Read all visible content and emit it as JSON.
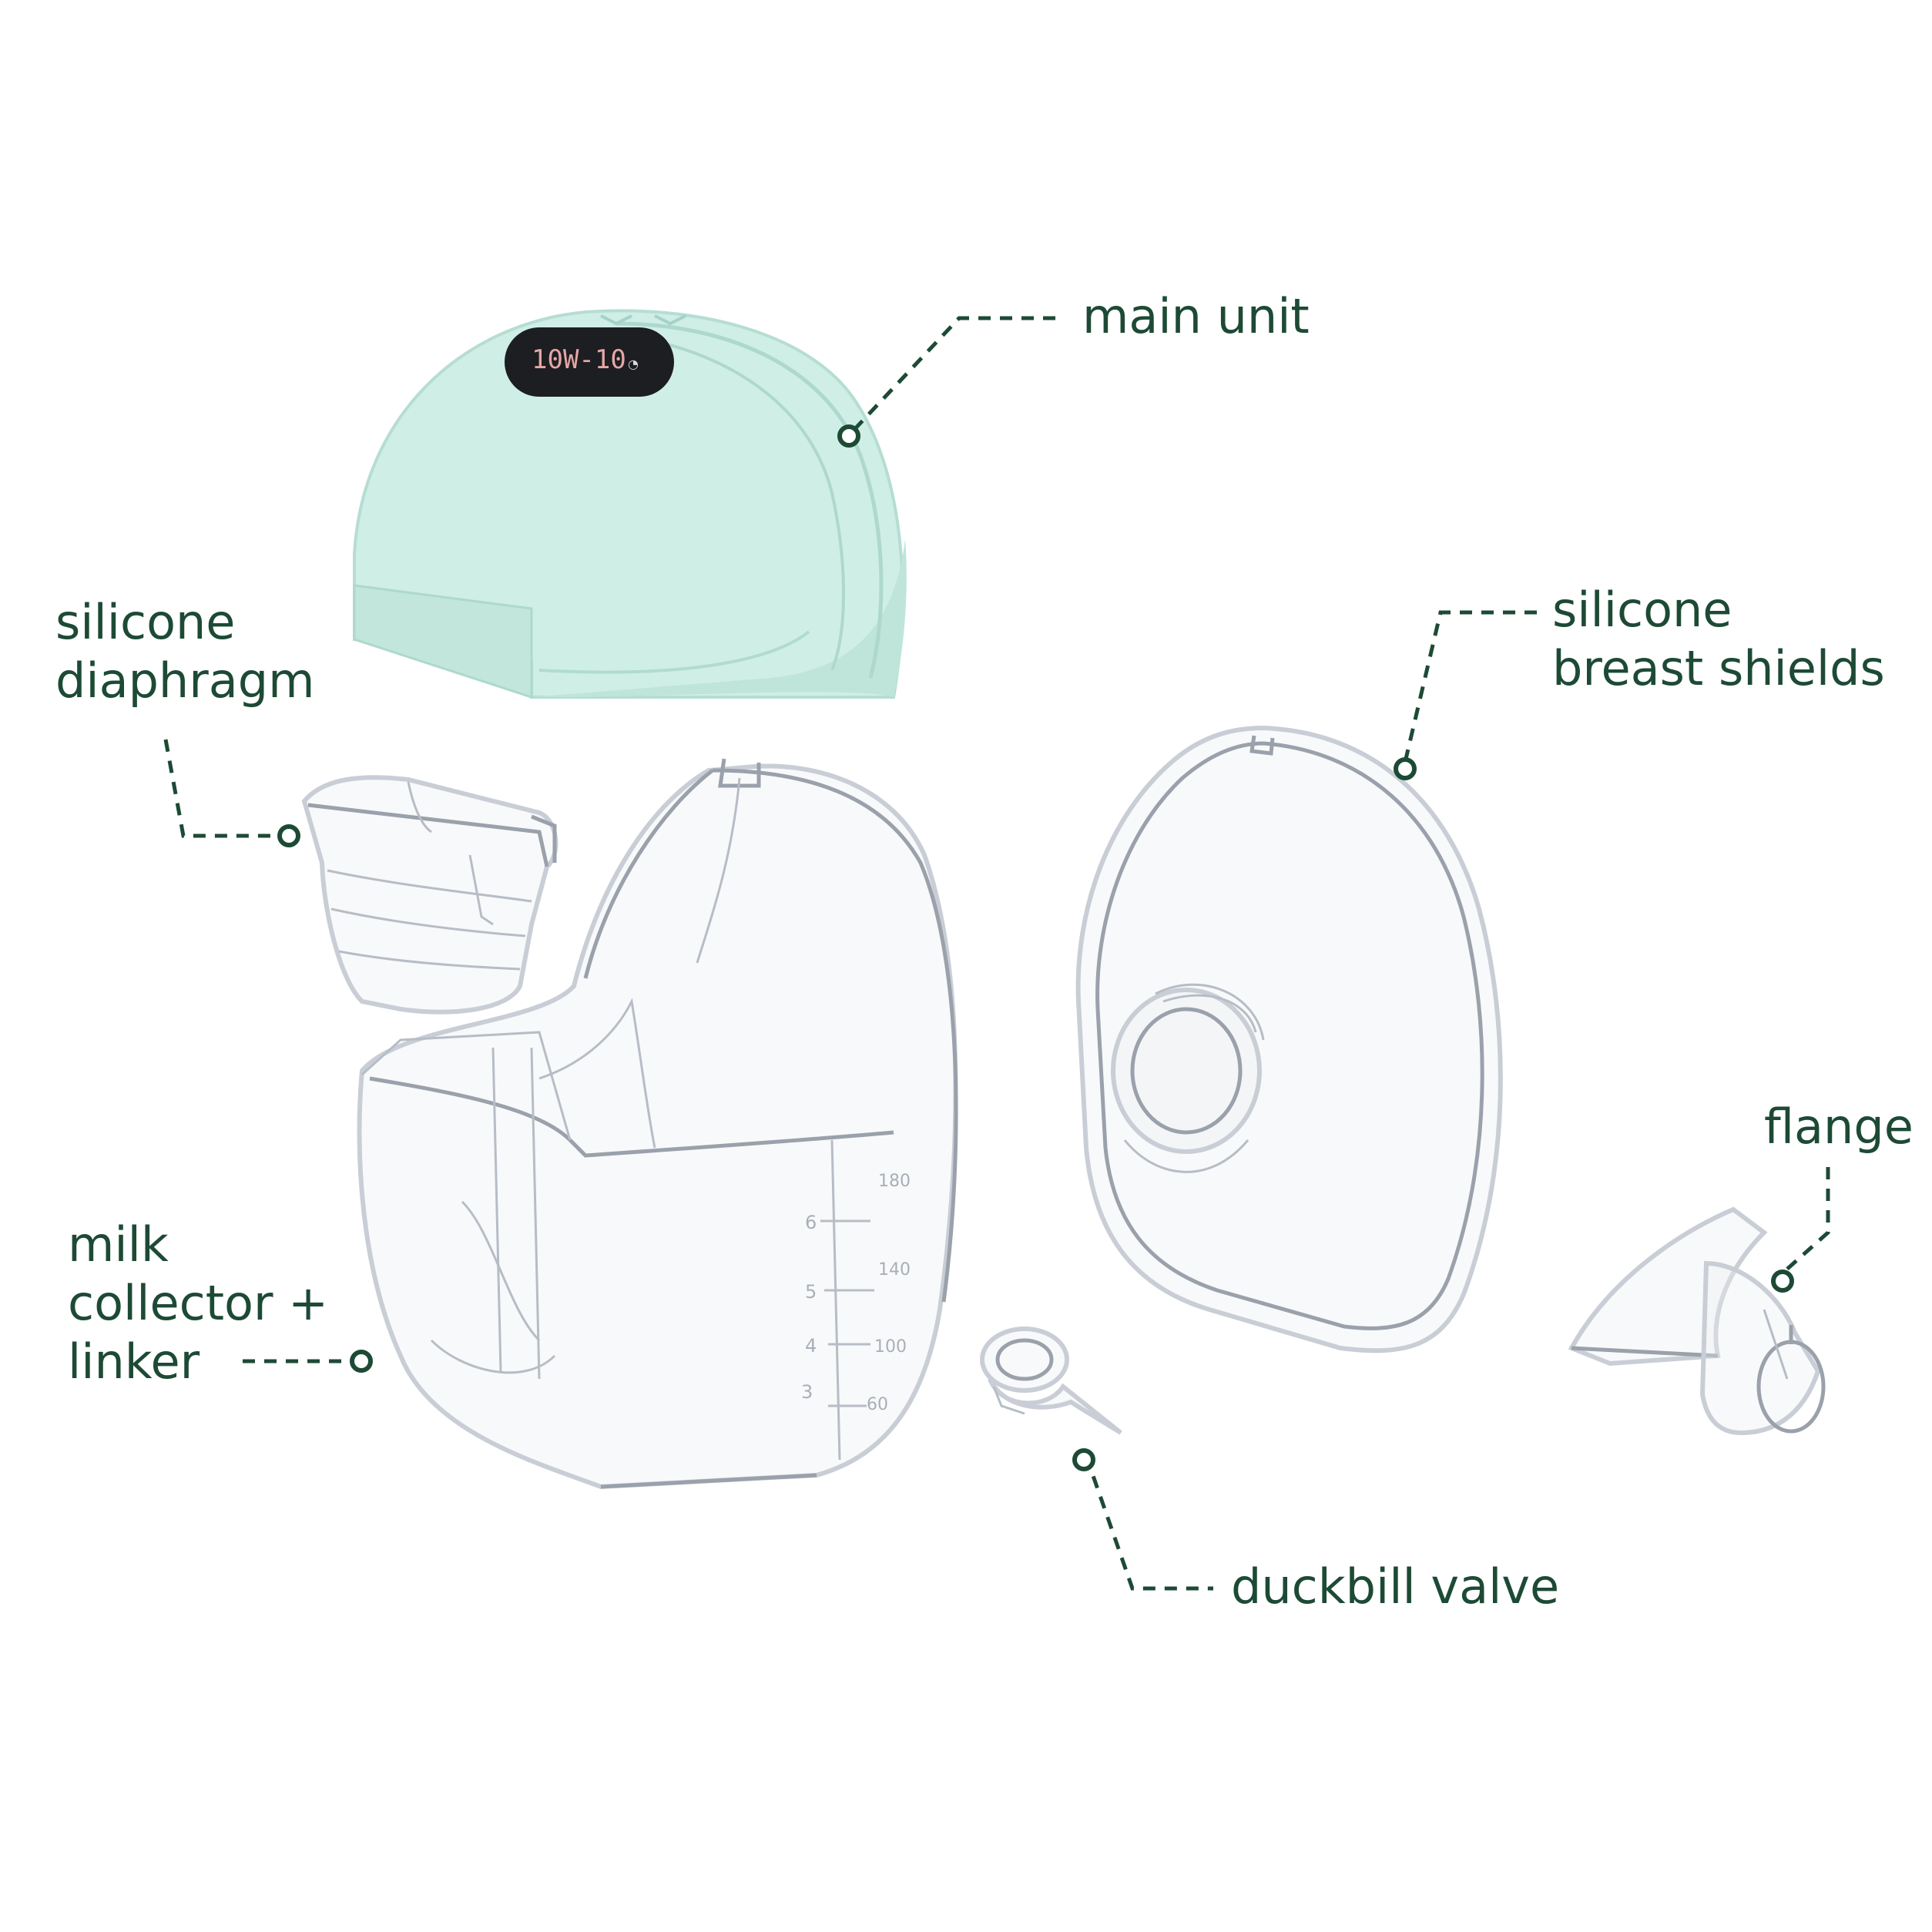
{
  "labels": {
    "main_unit": "main unit",
    "silicone_diaphragm": [
      "silicone",
      "diaphragm"
    ],
    "silicone_breast_shields": [
      "silicone",
      "breast shields"
    ],
    "flange": "flange",
    "milk_collector_linker": [
      "milk",
      "collector +",
      "linker"
    ],
    "duckbill_valve": "duckbill valve"
  },
  "display": {
    "readout": "10W-10"
  },
  "scale": {
    "left": [
      "6",
      "5",
      "4",
      "3"
    ],
    "right": [
      "180",
      "140",
      "100",
      "60"
    ]
  },
  "colors": {
    "label_text": "#1d4a35",
    "leader_line": "#1d4a35",
    "main_unit_body": "#cfeee6",
    "clear_parts": "#c9ced6"
  }
}
